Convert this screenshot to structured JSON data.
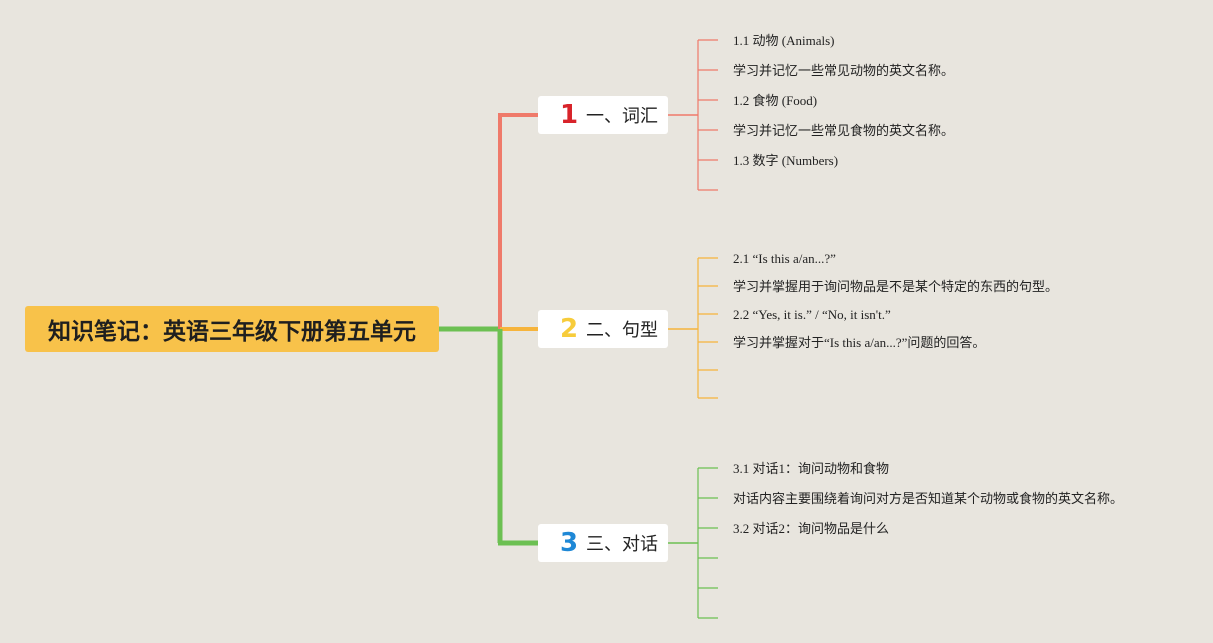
{
  "root": {
    "title": "知识笔记：英语三年级下册第五单元"
  },
  "colors": {
    "background": "#e8e5de",
    "root_fill": "#f8c24a",
    "branch1": "#ef7a6a",
    "branch2": "#f6b43c",
    "branch3": "#6cc052"
  },
  "branches": [
    {
      "number": "1",
      "label": "一、词汇",
      "items": [
        "1.1 动物 (Animals)",
        "学习并记忆一些常见动物的英文名称。",
        "1.2 食物 (Food)",
        "学习并记忆一些常见食物的英文名称。",
        "1.3 数字 (Numbers)",
        ""
      ]
    },
    {
      "number": "2",
      "label": "二、句型",
      "items": [
        "2.1 “Is this a/an...?”",
        "学习并掌握用于询问物品是不是某个特定的东西的句型。",
        "2.2 “Yes, it is.” / “No, it isn't.”",
        "学习并掌握对于“Is this a/an...?”问题的回答。",
        "",
        ""
      ]
    },
    {
      "number": "3",
      "label": "三、对话",
      "items": [
        "3.1 对话1：询问动物和食物",
        "对话内容主要围绕着询问对方是否知道某个动物或食物的英文名称。",
        "3.2 对话2：询问物品是什么",
        "",
        "",
        ""
      ]
    }
  ]
}
